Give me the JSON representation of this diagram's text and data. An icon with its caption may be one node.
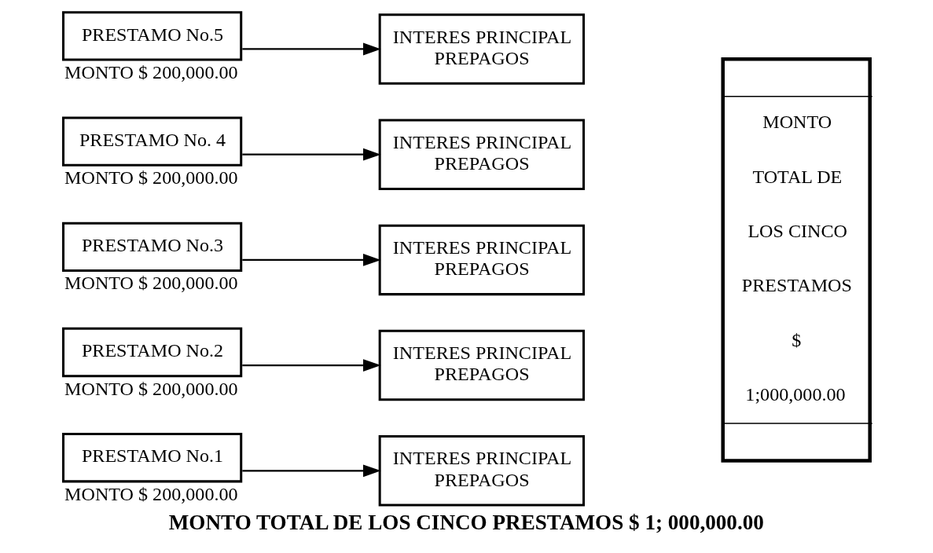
{
  "diagram": {
    "caption": "MONTO TOTAL DE LOS CINCO PRESTAMOS $ 1; 000,000.00",
    "nodes": [
      {
        "text": [
          "PRESTAMO No.1"
        ],
        "beside": [
          "MONTO $ 200,000.00"
        ]
      },
      {
        "text": [
          "PRESTAMO No.2"
        ],
        "beside": [
          "MONTO $ 200,000.00"
        ]
      },
      {
        "text": [
          "PRESTAMO No.3"
        ],
        "beside": [
          "MONTO $ 200,000.00"
        ]
      },
      {
        "text": [
          "PRESTAMO No. 4"
        ],
        "beside": [
          "MONTO $ 200,000.00"
        ]
      },
      {
        "text": [
          "PRESTAMO No.5"
        ],
        "beside": [
          "MONTO $ 200,000.00"
        ]
      },
      {
        "text": [
          "INTERES PRINCIPAL PREPAGOS"
        ]
      },
      {
        "text": [
          "INTERES PRINCIPAL PREPAGOS"
        ]
      },
      {
        "text": [
          "INTERES PRINCIPAL PREPAGOS"
        ]
      },
      {
        "text": [
          "INTERES PRINCIPAL PREPAGOS"
        ]
      },
      {
        "text": [
          "INTERES PRINCIPAL PREPAGOS"
        ]
      },
      {
        "text": [
          "MONTO TOTAL DE LOS CINCO PRESTAMOS",
          "$ 1;000,000.00"
        ]
      }
    ],
    "edges": [
      {
        "from": 0,
        "to": 5,
        "arrow": "to"
      },
      {
        "from": 1,
        "to": 6,
        "arrow": "to"
      },
      {
        "from": 2,
        "to": 7,
        "arrow": "to"
      },
      {
        "from": 3,
        "to": 8,
        "arrow": "to"
      },
      {
        "from": 4,
        "to": 9,
        "arrow": "to"
      }
    ]
  }
}
